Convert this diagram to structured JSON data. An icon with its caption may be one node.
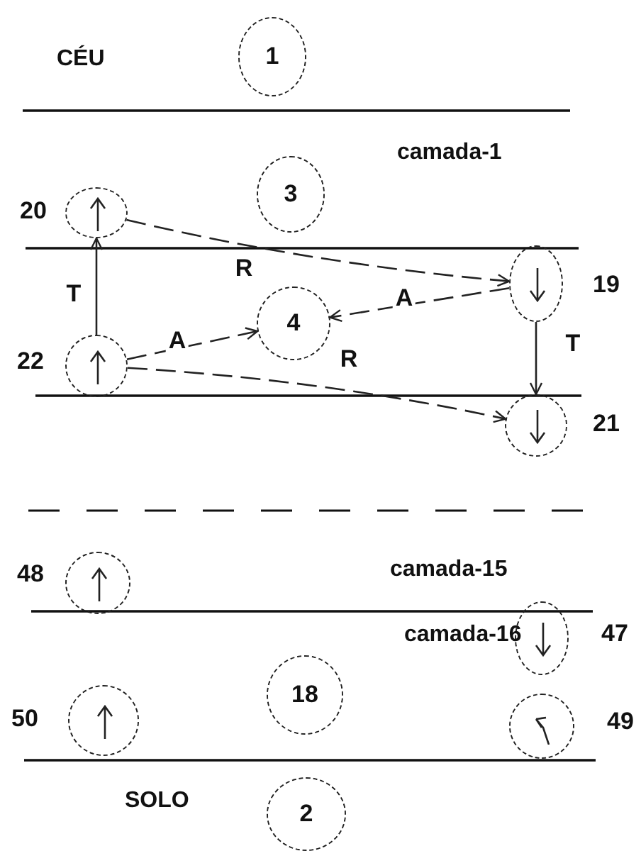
{
  "diagram": {
    "nodes": [
      {
        "text": [
          "1"
        ]
      },
      {
        "text": [
          "3"
        ]
      },
      {
        "text": [],
        "shape": "circle",
        "beside": [
          "20"
        ]
      },
      {
        "text": [],
        "shape": "circle",
        "beside": [
          "19"
        ]
      },
      {
        "text": [
          "4"
        ]
      },
      {
        "text": [],
        "shape": "circle",
        "beside": [
          "22"
        ]
      },
      {
        "text": [],
        "shape": "circle",
        "beside": [
          "21"
        ]
      },
      {
        "text": [],
        "shape": "circle",
        "beside": [
          "48"
        ]
      },
      {
        "text": [],
        "shape": "circle",
        "beside": [
          "47"
        ]
      },
      {
        "text": [
          "18"
        ]
      },
      {
        "text": [],
        "shape": "circle",
        "beside": [
          "50"
        ]
      },
      {
        "text": [],
        "shape": "circle",
        "beside": [
          "49"
        ]
      },
      {
        "text": [
          "2"
        ]
      }
    ],
    "edges": [
      {
        "from": 5,
        "to": 2,
        "arrow": "to",
        "label": "T"
      },
      {
        "from": 2,
        "to": 3,
        "arrow": "to",
        "label": "R",
        "style": "dashed"
      },
      {
        "from": 3,
        "to": 4,
        "arrow": "to",
        "label": "A",
        "style": "dashed"
      },
      {
        "from": 5,
        "to": 4,
        "arrow": "to",
        "label": "A",
        "style": "dashed"
      },
      {
        "from": 5,
        "to": 6,
        "arrow": "to",
        "label": "R",
        "style": "dashed"
      },
      {
        "from": 3,
        "to": 6,
        "arrow": "to",
        "label": "T"
      }
    ],
    "labels": [
      "CÉU",
      "camada-1",
      "camada-15",
      "camada-16",
      "SOLO"
    ]
  }
}
